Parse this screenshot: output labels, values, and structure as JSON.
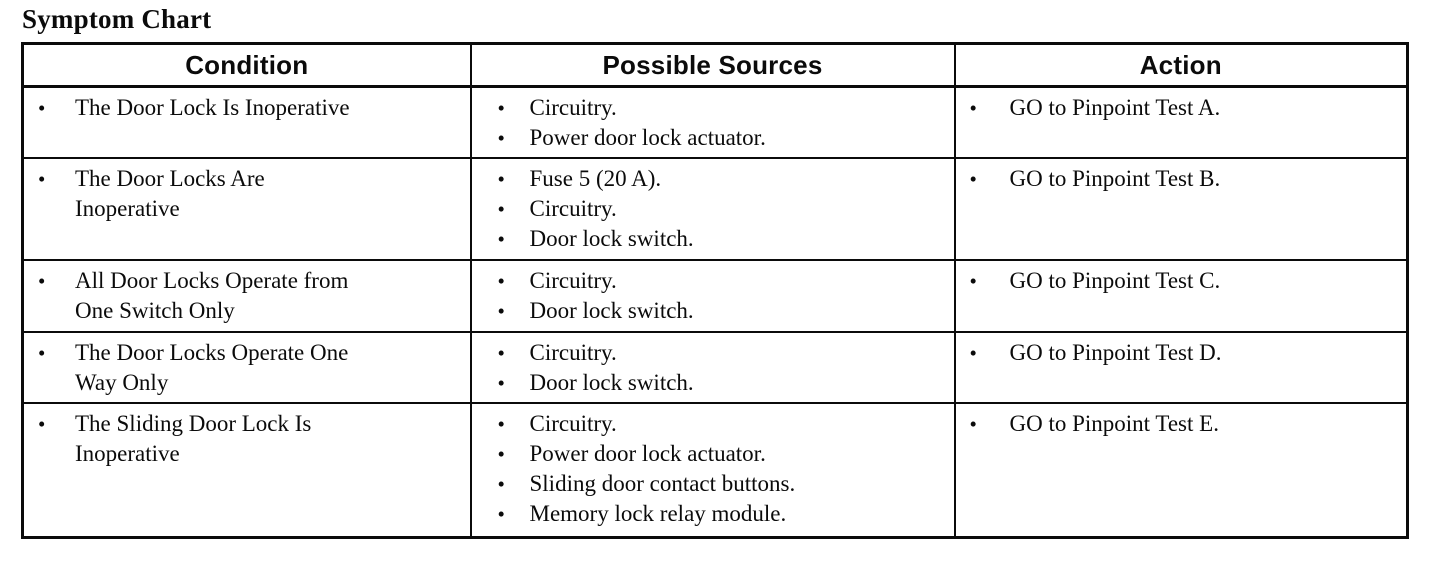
{
  "page": {
    "title": "Symptom Chart"
  },
  "icons": {
    "bullet": "•"
  },
  "table": {
    "headers": [
      "Condition",
      "Possible Sources",
      "Action"
    ],
    "rows": [
      {
        "condition": "The Door Lock Is Inoperative",
        "sources": [
          "Circuitry.",
          "Power door lock actuator."
        ],
        "action": "GO to Pinpoint Test A."
      },
      {
        "condition": "The Door Locks Are\nInoperative",
        "sources": [
          "Fuse 5 (20 A).",
          "Circuitry.",
          "Door lock switch."
        ],
        "action": "GO to Pinpoint Test B."
      },
      {
        "condition": "All Door Locks Operate from\nOne Switch Only",
        "sources": [
          "Circuitry.",
          "Door lock switch."
        ],
        "action": "GO to Pinpoint Test C."
      },
      {
        "condition": "The Door Locks Operate One\nWay Only",
        "sources": [
          "Circuitry.",
          "Door lock switch."
        ],
        "action": "GO to Pinpoint Test D."
      },
      {
        "condition": "The Sliding Door Lock Is\nInoperative",
        "sources": [
          "Circuitry.",
          "Power door lock actuator.",
          "Sliding door contact buttons.",
          "Memory lock relay module."
        ],
        "action": "GO to Pinpoint Test E."
      }
    ]
  }
}
